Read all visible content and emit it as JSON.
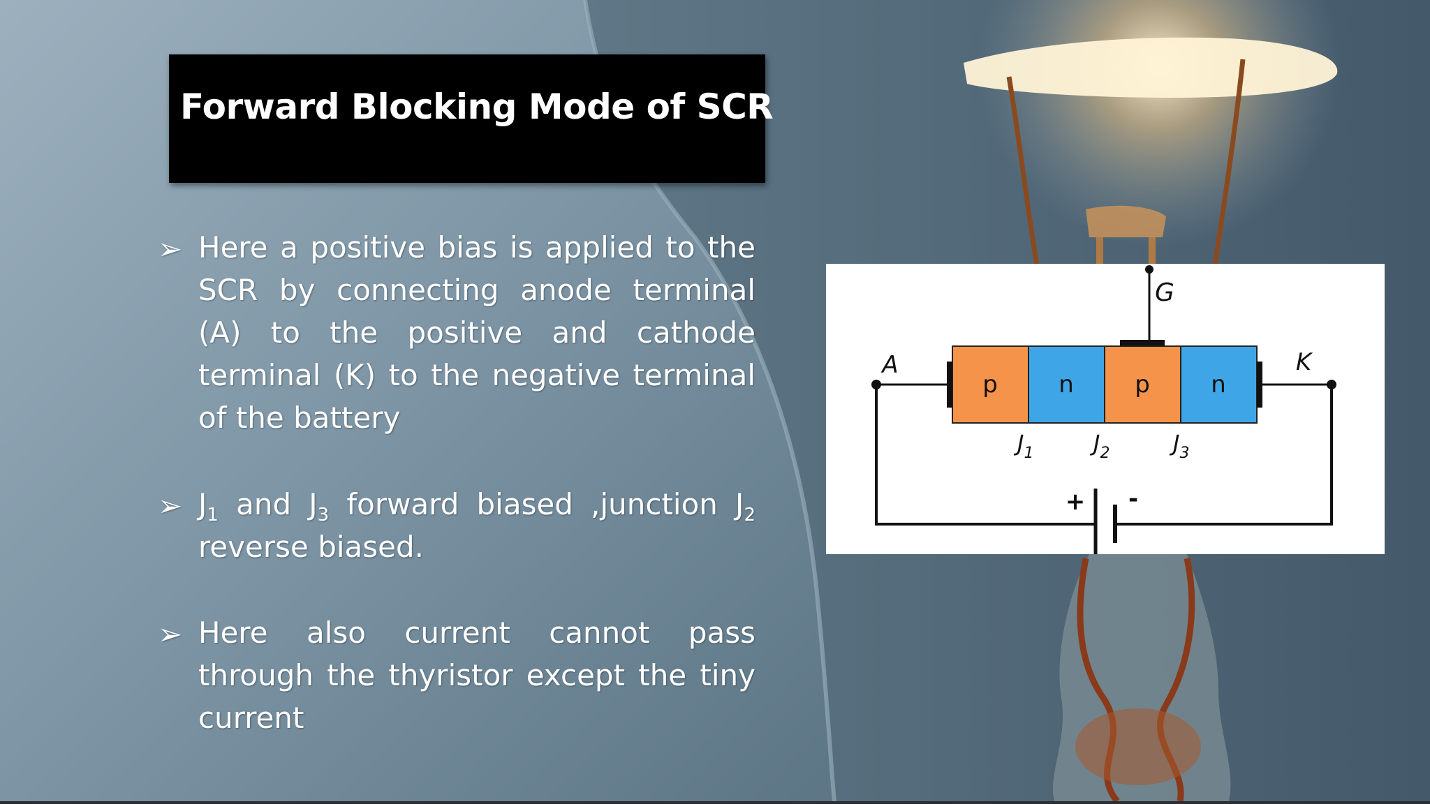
{
  "title": "Forward Blocking Mode of SCR",
  "bullets": [
    {
      "text": "Here a positive bias is applied to the SCR by connecting anode terminal (A) to the positive and cathode terminal (K) to the negative terminal of the battery"
    },
    {
      "parts": [
        "J",
        "1",
        " and J",
        "3",
        "  forward biased ,junction J",
        "2",
        " reverse biased."
      ]
    },
    {
      "text": "Here also current cannot pass through the thyristor except the tiny current"
    }
  ],
  "bullet_glyph": "➢",
  "diagram": {
    "gate_label": "G",
    "anode_label": "A",
    "cathode_label": "K",
    "layers": [
      "p",
      "n",
      "p",
      "n"
    ],
    "junctions": [
      {
        "letter": "J",
        "sub": "1"
      },
      {
        "letter": "J",
        "sub": "2"
      },
      {
        "letter": "J",
        "sub": "3"
      }
    ],
    "battery_plus": "+",
    "battery_minus": "-",
    "colors": {
      "p": "#f5934a",
      "n": "#3ea6e6"
    }
  }
}
